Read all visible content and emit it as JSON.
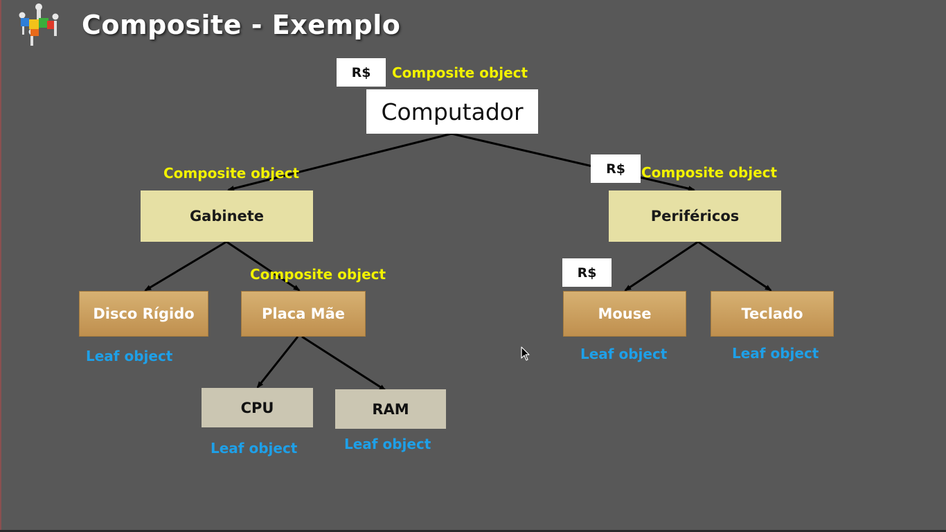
{
  "slide": {
    "title": "Composite - Exemplo"
  },
  "colors": {
    "background": "#585858",
    "composite_label": "#f2f200",
    "leaf_label": "#1ea0e8",
    "composite_box": "#e6e0a4",
    "leaf_box_orange": "#c99a58",
    "leaf_box_grey": "#cbc6b2"
  },
  "price_tag": "R$",
  "labels": {
    "composite": "Composite object",
    "leaf": "Leaf object"
  },
  "nodes": {
    "computador": "Computador",
    "gabinete": "Gabinete",
    "perifericos": "Periféricos",
    "disco_rigido": "Disco Rígido",
    "placa_mae": "Placa Mãe",
    "mouse": "Mouse",
    "teclado": "Teclado",
    "cpu": "CPU",
    "ram": "RAM"
  },
  "icons": {
    "logo": "puzzle-team-icon",
    "cursor": "mouse-pointer-icon"
  }
}
